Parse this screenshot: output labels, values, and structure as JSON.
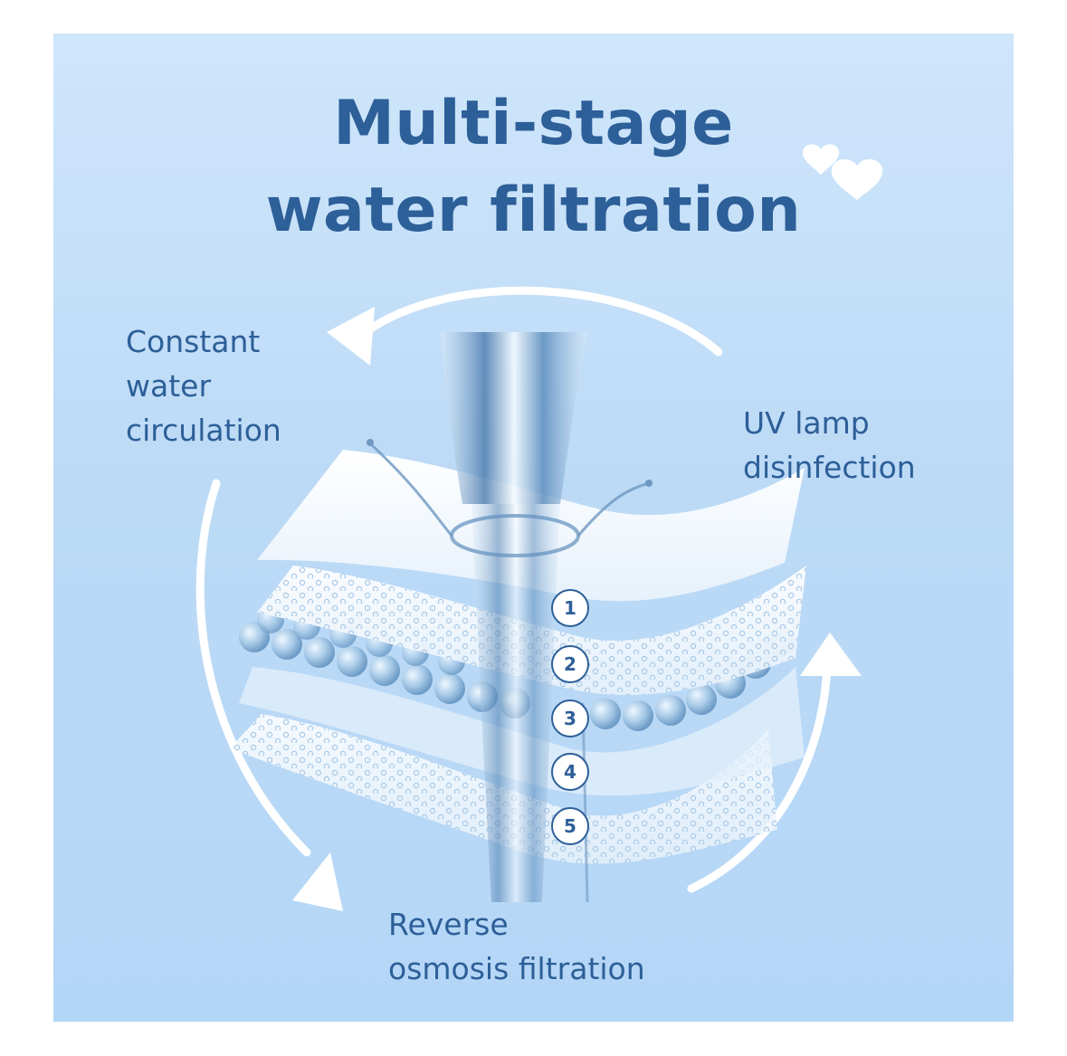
{
  "title": {
    "line1": "Multi-stage",
    "line2": "water filtration"
  },
  "labels": {
    "circulation": [
      "Constant",
      "water",
      "circulation"
    ],
    "uv": [
      "UV lamp",
      "disinfection"
    ],
    "reverse_osmosis": [
      "Reverse",
      "osmosis filtration"
    ]
  },
  "stages": [
    "1",
    "2",
    "3",
    "4",
    "5"
  ],
  "colors": {
    "accent": "#2d5f98",
    "background_top": "#cfe6fb",
    "background_bottom": "#b4d6f6",
    "arrow": "#ffffff"
  },
  "icons": [
    "hearts-icon",
    "circular-arrow-icon",
    "water-stream-icon",
    "filter-layers-icon"
  ]
}
